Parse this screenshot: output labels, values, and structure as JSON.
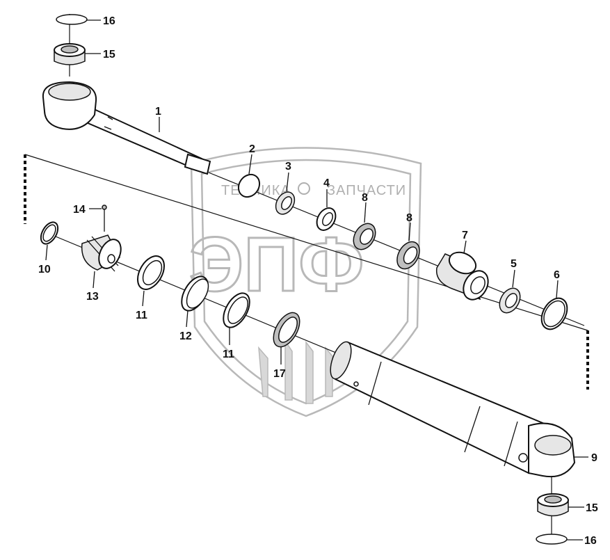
{
  "watermark": {
    "top_text_left": "ТЕХНИКА",
    "top_text_right": "ЗАПЧАСТИ",
    "big_letters": "ЭПФ"
  },
  "callouts": {
    "c1": "1",
    "c2": "2",
    "c3": "3",
    "c4": "4",
    "c5": "5",
    "c6": "6",
    "c7": "7",
    "c8a": "8",
    "c8b": "8",
    "c9": "9",
    "c10": "10",
    "c11a": "11",
    "c11b": "11",
    "c12": "12",
    "c13": "13",
    "c14": "14",
    "c15a": "15",
    "c15b": "15",
    "c16a": "16",
    "c16b": "16",
    "c17": "17"
  }
}
